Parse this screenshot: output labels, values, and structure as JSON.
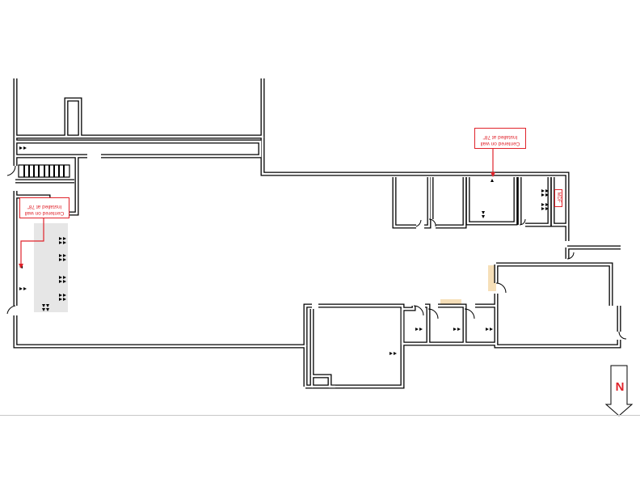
{
  "notes": [
    {
      "line1": "Centered on wall",
      "line2": "Installed at 78\""
    },
    {
      "line1": "Centered on wall",
      "line2": "Installed at 78\""
    }
  ],
  "rooms": {
    "mdf_label": "MDF"
  },
  "north_label": "N",
  "colors": {
    "annotation": "#e0232b",
    "wall": "#000000",
    "shading": "#e6e6e6",
    "highlight": "#f6dfb8"
  },
  "icons": [
    "jack-double-icon",
    "jack-single-icon",
    "north-arrow-icon",
    "stair-icon"
  ]
}
